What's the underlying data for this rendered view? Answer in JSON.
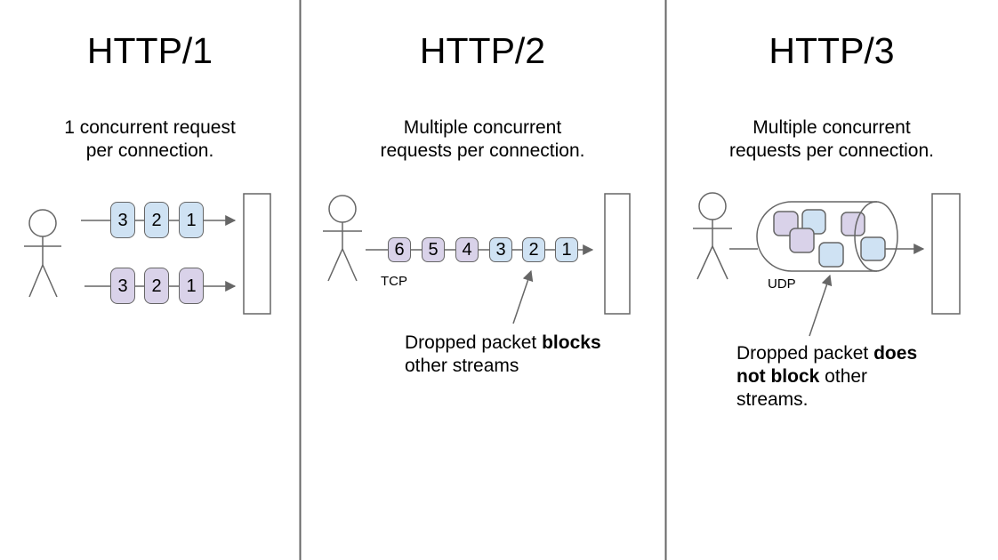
{
  "colors": {
    "packet-blue": "#cfe2f3",
    "packet-purple": "#d9d2e9",
    "stroke": "#666666",
    "text": "#000000",
    "background": "#ffffff"
  },
  "columns": [
    {
      "title": "HTTP/1",
      "subtitle": "1 concurrent request\nper connection.",
      "rows": [
        {
          "packets": [
            "3",
            "2",
            "1"
          ]
        },
        {
          "packets": [
            "3",
            "2",
            "1"
          ]
        }
      ]
    },
    {
      "title": "HTTP/2",
      "subtitle": "Multiple concurrent\nrequests per connection.",
      "protocol_label": "TCP",
      "packets": [
        "6",
        "5",
        "4",
        "3",
        "2",
        "1"
      ],
      "annotation": {
        "normal1": "Dropped packet ",
        "bold": "blocks",
        "normal2": " other streams"
      }
    },
    {
      "title": "HTTP/3",
      "subtitle": "Multiple concurrent\nrequests per connection.",
      "protocol_label": "UDP",
      "annotation": {
        "normal1": "Dropped packet ",
        "bold": "does not block",
        "normal2": " other streams."
      }
    }
  ]
}
